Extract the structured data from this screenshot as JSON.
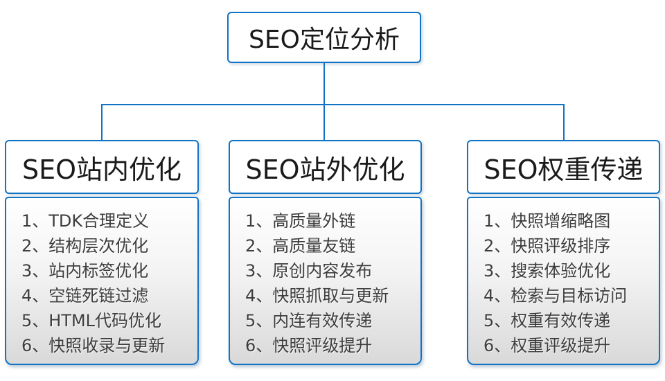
{
  "root": {
    "label": "SEO定位分析"
  },
  "columns": [
    {
      "header": "SEO站内优化",
      "items": [
        "1、TDK合理定义",
        "2、结构层次优化",
        "3、站内标签优化",
        "4、空链死链过滤",
        "5、HTML代码优化",
        "6、快照收录与更新"
      ]
    },
    {
      "header": "SEO站外优化",
      "items": [
        "1、高质量外链",
        "2、高质量友链",
        "3、原创内容发布",
        "4、快照抓取与更新",
        "5、内连有效传递",
        "6、快照评级提升"
      ]
    },
    {
      "header": "SEO权重传递",
      "items": [
        "1、快照增缩略图",
        "2、快照评级排序",
        "3、搜索体验优化",
        "4、检索与目标访问",
        "5、权重有效传递",
        "6、权重评级提升"
      ]
    }
  ],
  "colors": {
    "accent": "#1173c5",
    "panel_gradient_top": "#ffffff",
    "panel_gradient_bottom": "#d9d9d9",
    "title_text": "#1a1a1a",
    "list_text": "#3d3d3d"
  }
}
